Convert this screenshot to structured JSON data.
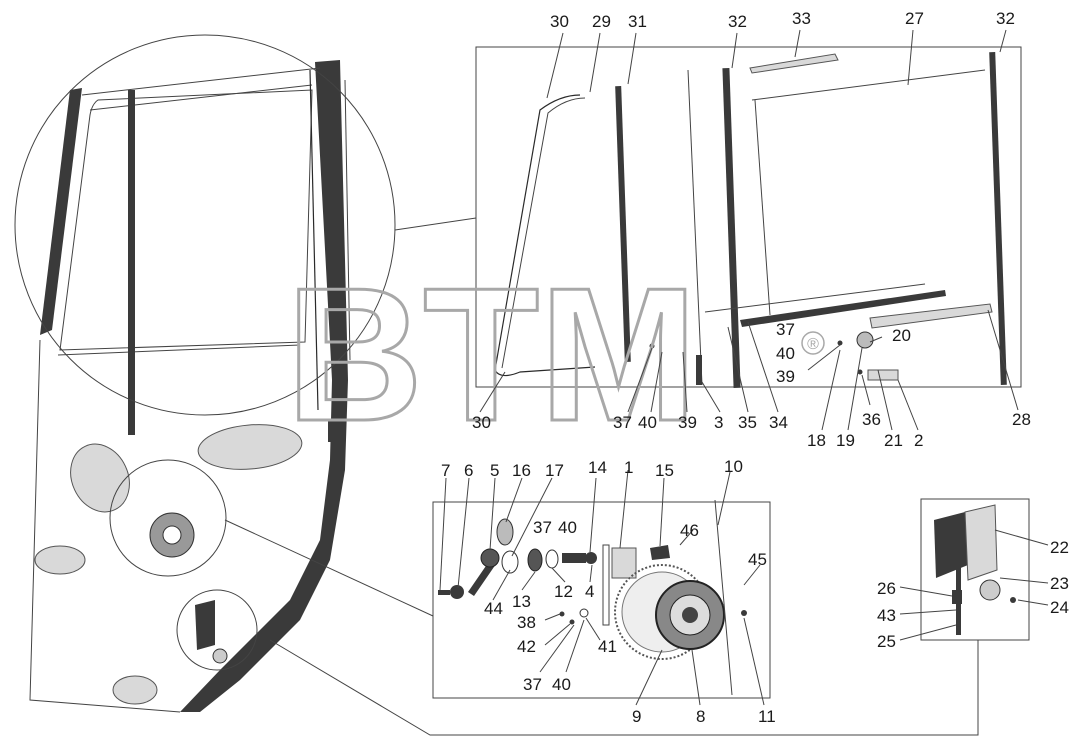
{
  "watermark": {
    "text": "BTM",
    "mark": "®"
  },
  "colors": {
    "ink": "#1a1a1a",
    "watermark": "#a8a8a8"
  },
  "callouts_top": [
    "30",
    "29",
    "31",
    "32",
    "33",
    "27",
    "32",
    "37",
    "40",
    "20",
    "39",
    "30",
    "37",
    "40",
    "39",
    "3",
    "35",
    "34",
    "18",
    "19",
    "36",
    "21",
    "2",
    "28"
  ],
  "callouts_mech": [
    "7",
    "6",
    "5",
    "16",
    "17",
    "14",
    "1",
    "15",
    "10",
    "37",
    "40",
    "46",
    "45",
    "44",
    "13",
    "12",
    "4",
    "38",
    "42",
    "41",
    "37",
    "40",
    "9",
    "8",
    "11"
  ],
  "callouts_lock": [
    "22",
    "26",
    "23",
    "43",
    "24",
    "25"
  ]
}
